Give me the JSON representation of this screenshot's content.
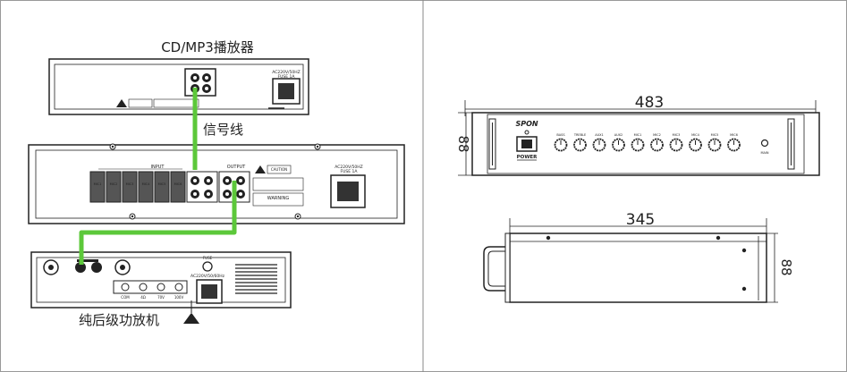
{
  "left_panel": {
    "cd_player_label": "CD/MP3播放器",
    "signal_cable_label": "信号线",
    "power_amp_label": "纯后级功放机",
    "cd_player_power_text_1": "AC220V/50HZ",
    "cd_player_power_text_2": "FUSE 1A",
    "mixer_input_label": "INPUT",
    "mixer_output_label": "OUTPUT",
    "mixer_caution": "CAUTION",
    "mixer_warning": "WARNING",
    "mixer_power_text_1": "AC220V/50HZ",
    "mixer_power_text_2": "FUSE 1A",
    "mic_labels": [
      "MIC1",
      "MIC2",
      "MIC3",
      "MIC4",
      "MIC5",
      "MIC6"
    ],
    "amp_fuse_label": "FUSE",
    "amp_power_text": "AC220V/50/60Hz",
    "amp_speaker_labels": [
      "COM",
      "4Ω",
      "70V",
      "100V"
    ]
  },
  "right_panel": {
    "front_width_dim": "483",
    "front_height_dim": "88",
    "brand": "SPON",
    "power_label": "POWER",
    "knob_labels": [
      "BASS",
      "TREBLE",
      "AUX1",
      "AUX2",
      "MIC1",
      "MIC2",
      "MIC3",
      "MIC4",
      "MIC5",
      "MIC6"
    ],
    "master_label": "MAIN",
    "side_depth_dim": "345",
    "side_height_dim": "88"
  },
  "colors": {
    "cable": "#5cc83a",
    "line": "#222222"
  }
}
